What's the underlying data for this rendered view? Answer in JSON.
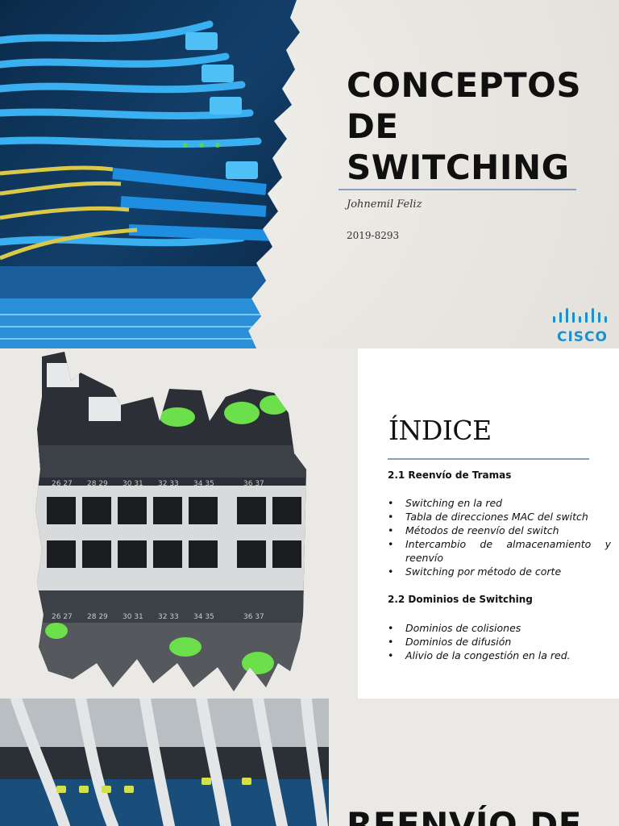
{
  "slide1": {
    "title_lines": [
      "CONCEPTOS",
      "DE",
      "SWITCHING"
    ],
    "author": "Johnemil Feliz",
    "student_id": "2019-8293",
    "logo_text": "CISCO",
    "colors": {
      "accent_rule": "#8aa0b8",
      "cisco_blue": "#1a90cc"
    }
  },
  "slide2": {
    "title": "ÍNDICE",
    "sections": [
      {
        "heading": "2.1 Reenvío de Tramas",
        "items": [
          "Switching en la red",
          "Tabla de direcciones MAC del switch",
          "Métodos de reenvío del switch",
          "Intercambio de almacenamiento y reenvío",
          "Switching por método de corte"
        ]
      },
      {
        "heading": "2.2 Dominios de Switching",
        "items": [
          "Dominios de colisiones",
          "Dominios de difusión",
          "Alivio de la congestión en la red."
        ]
      }
    ]
  },
  "slide3": {
    "title": "REENVÍO DE"
  }
}
